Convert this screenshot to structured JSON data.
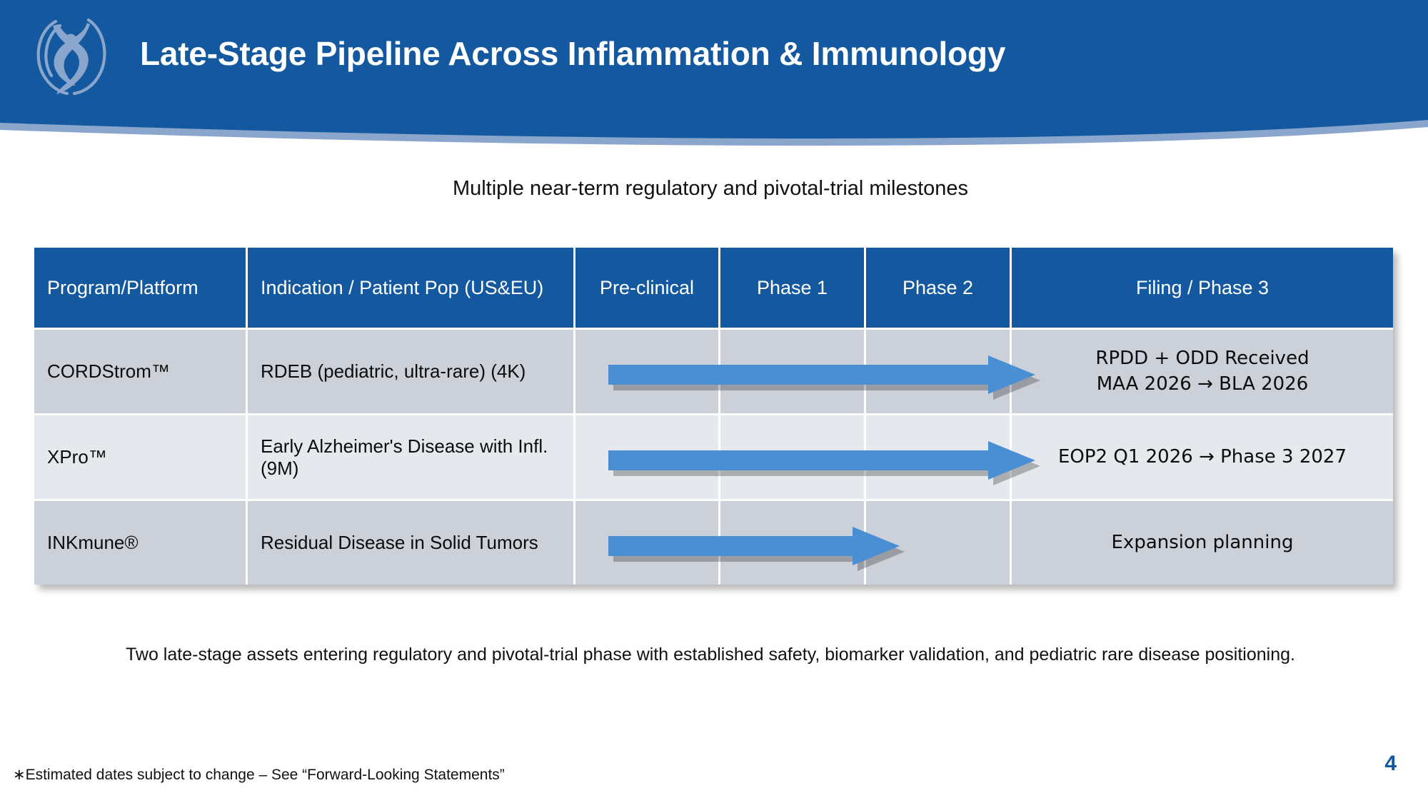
{
  "brand": {
    "header_blue": "#14599f",
    "accent_blue": "#8aa6cc",
    "arrow_blue": "#4a8fd4",
    "logo_name": "human-figure-logo"
  },
  "header": {
    "title": "Late-Stage Pipeline Across Inflammation & Immunology"
  },
  "subtitle": "Multiple near-term regulatory and pivotal-trial milestones",
  "table": {
    "columns": [
      "Program/Platform",
      "Indication / Patient Pop (US&EU)",
      "Pre-clinical",
      "Phase 1",
      "Phase 2",
      "Filing / Phase 3"
    ],
    "rows": [
      {
        "program": "CORDStrom™",
        "indication": "RDEB (pediatric, ultra-rare) (4K)",
        "milestone": "RPDD + ODD Received\nMAA 2026 → BLA 2026",
        "milestone_line1": "RPDD + ODD Received",
        "milestone_line2": "MAA 2026 → BLA 2026",
        "progress_through": "Filing / Phase 3"
      },
      {
        "program": "XPro™",
        "indication": "Early Alzheimer's Disease with Infl. (9M)",
        "milestone": "EOP2 Q1 2026 → Phase 3 2027",
        "milestone_line1": "EOP2 Q1 2026 → Phase 3 2027",
        "milestone_line2": "",
        "progress_through": "Filing / Phase 3"
      },
      {
        "program": "INKmune®",
        "indication": "Residual Disease in Solid Tumors",
        "milestone": "Expansion planning",
        "milestone_line1": "Expansion planning",
        "milestone_line2": "",
        "progress_through": "Phase 2"
      }
    ]
  },
  "summary": "Two late-stage assets entering regulatory and pivotal-trial phase with established safety, biomarker validation, and pediatric rare disease positioning.",
  "footnote": "∗Estimated dates subject to change – See “Forward-Looking Statements”",
  "page_number": "4"
}
